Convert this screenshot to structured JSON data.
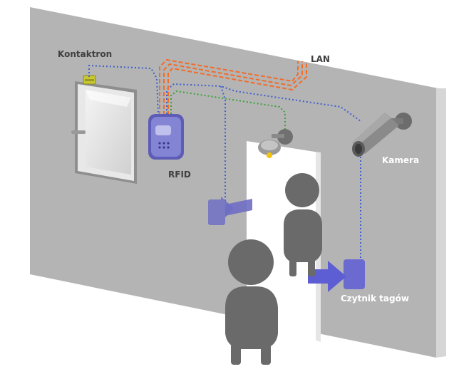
{
  "labels": {
    "kontaktron": "Kontaktron",
    "lan": "LAN",
    "rfid": "RFID",
    "kamera": "Kamera",
    "czytnik": "Czytnik tagów"
  },
  "colors": {
    "wall": "#b4b4b4",
    "wall_side": "#d6d6d6",
    "lan_cable": "#f26c2a",
    "signal_blue": "#3f5fd0",
    "signal_green": "#3aa23a",
    "device_blue": "#6f6fc4",
    "person": "#6a6a6a"
  }
}
